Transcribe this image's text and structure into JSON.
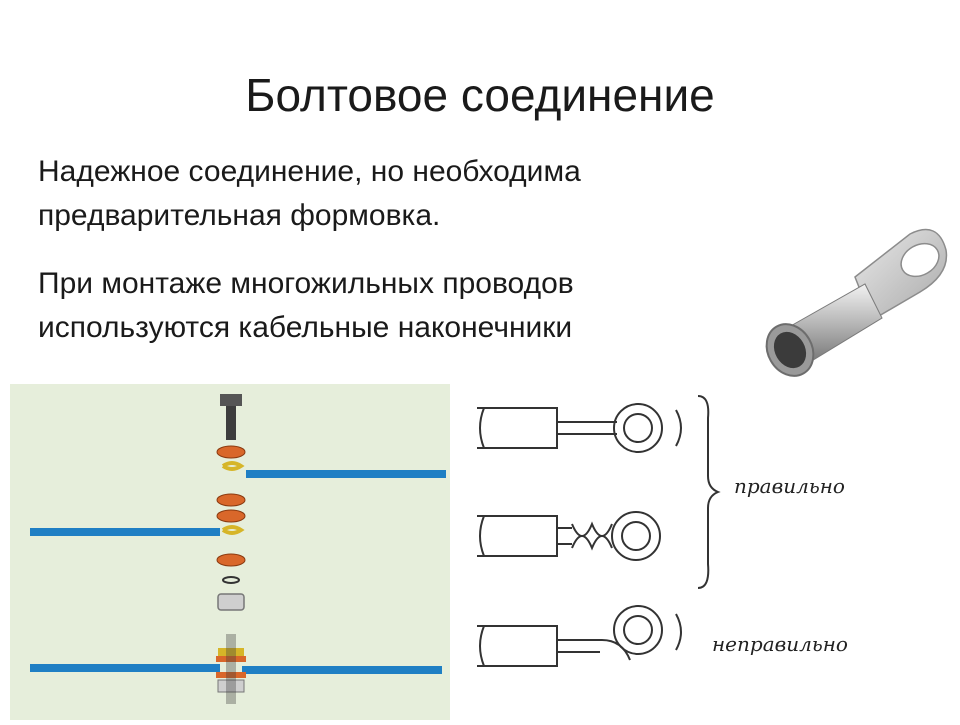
{
  "slide": {
    "title": "Болтовое соединение",
    "paragraph1": {
      "line1": "Надежное соединение, но необходима",
      "line2": "предварительная формовка."
    },
    "paragraph2": {
      "line1": "При монтаже многожильных проводов",
      "line2": "используются кабельные наконечники"
    }
  },
  "figures": {
    "cable_lug": {
      "icon": "cable-lug-photo"
    },
    "bolt_assembly": {
      "icon": "bolt-washer-assembly",
      "background": "#e6eedb",
      "wire_color": "#1f7fc4",
      "washer_color": "#d9672a"
    },
    "wire_loops": {
      "label_correct": "правильно",
      "label_incorrect": "неправильно"
    }
  }
}
